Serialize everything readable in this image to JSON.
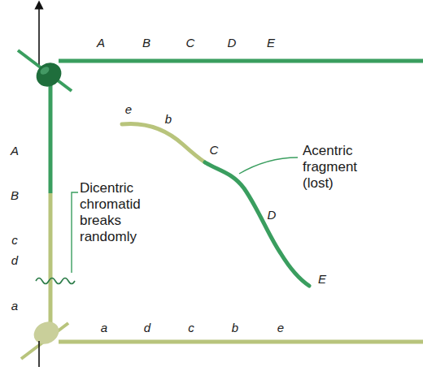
{
  "diagram": {
    "labels": [
      "A",
      "B",
      "C",
      "D",
      "E",
      "e",
      "b",
      "Acentric fragment (lost)",
      "A",
      "C",
      "B",
      "Dicentric chromatid breaks randomly",
      "D",
      "c",
      "d",
      "E",
      "a",
      "a",
      "d",
      "c",
      "b",
      "e"
    ]
  }
}
